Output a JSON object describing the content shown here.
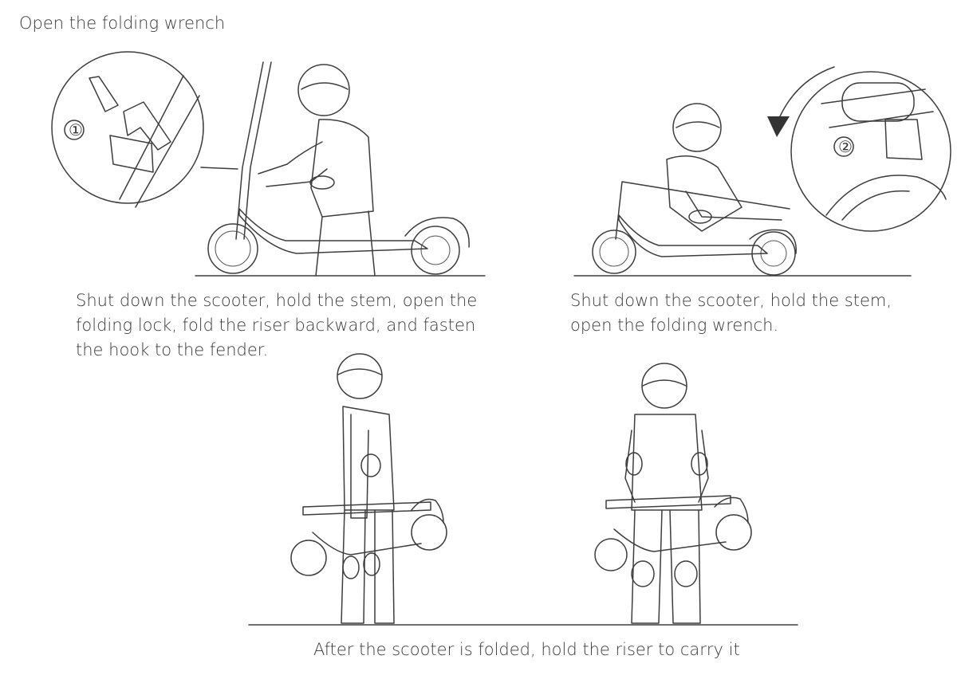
{
  "heading": "Open the folding wrench",
  "steps": [
    {
      "marker": "①",
      "caption": "Shut down the scooter, hold the stem, open the folding lock, fold the riser backward, and fasten the hook to the fender."
    },
    {
      "marker": "②",
      "caption": "Shut down the scooter, hold the stem, open the folding wrench."
    }
  ],
  "carry_caption": "After the scooter is folded, hold the riser to carry it"
}
